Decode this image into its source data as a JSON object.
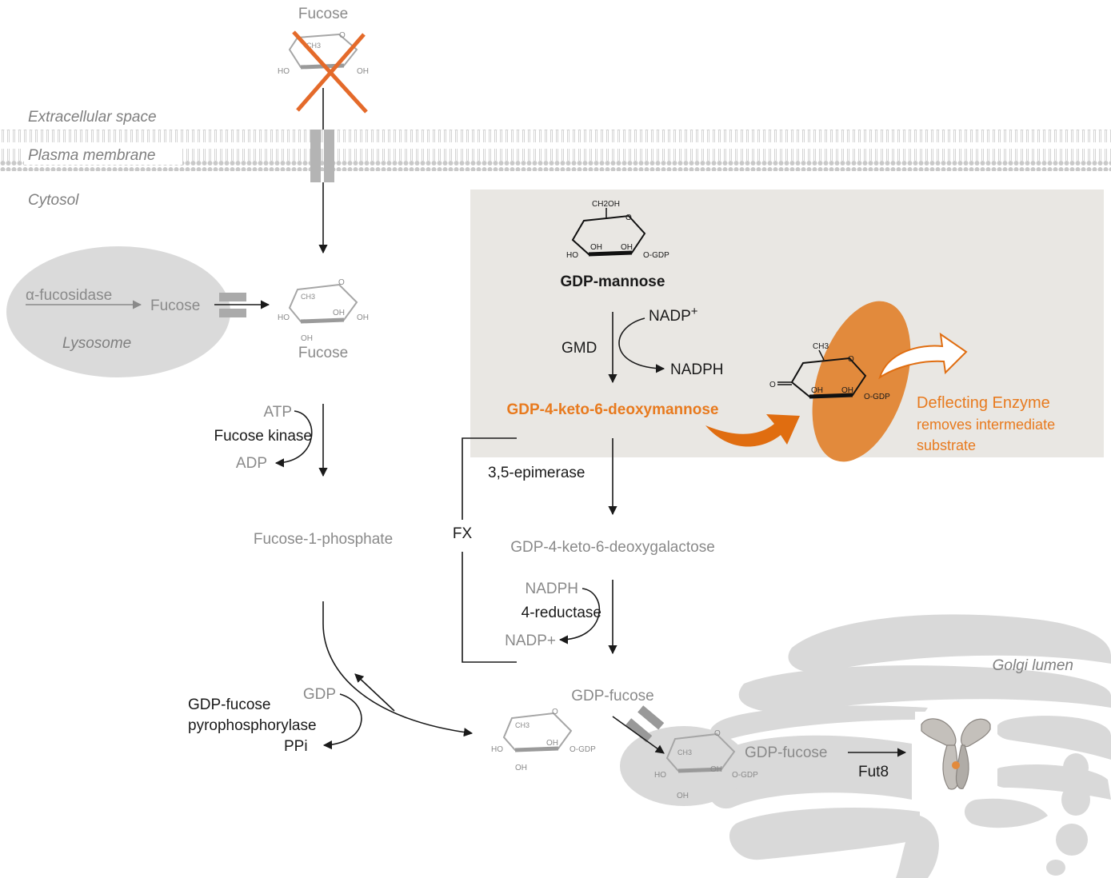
{
  "regions": {
    "extracellular": "Extracellular space",
    "membrane": "Plasma membrane",
    "cytosol": "Cytosol",
    "lysosome": "Lysosome",
    "golgi": "Golgi lumen"
  },
  "salvage": {
    "fucose_top": "Fucose",
    "alpha_fucosidase": "α-fucosidase",
    "fucose_lysosome": "Fucose",
    "fucose_cytosol": "Fucose",
    "atp": "ATP",
    "fucose_kinase": "Fucose kinase",
    "adp": "ADP",
    "fucose_1_phosphate": "Fucose-1-phosphate",
    "gdp": "GDP",
    "pyrophosphorylase_line1": "GDP-fucose",
    "pyrophosphorylase_line2": "pyrophosphorylase",
    "ppi": "PPi"
  },
  "de_novo": {
    "gdp_mannose": "GDP-mannose",
    "gmd": "GMD",
    "nadp_plus_top": "NADP",
    "nadp_plus_sup": "+",
    "nadph_top": "NADPH",
    "keto_deoxymannose": "GDP-4-keto-6-deoxymannose",
    "epimerase": "3,5-epimerase",
    "fx": "FX",
    "keto_deoxygalactose": "GDP-4-keto-6-deoxygalactose",
    "nadph_bottom": "NADPH",
    "reductase": "4-reductase",
    "nadp_plus_bottom": "NADP+"
  },
  "deflecting": {
    "line1": "Deflecting Enzyme",
    "line2": "removes intermediate",
    "line3": "substrate"
  },
  "golgi_side": {
    "gdp_fucose_cytosol": "GDP-fucose",
    "gdp_fucose_golgi": "GDP-fucose",
    "fut8": "Fut8"
  },
  "ring_labels": {
    "ch3": "CH3",
    "oh": "OH",
    "ho": "HO",
    "o": "O",
    "o_gdp": "O-GDP",
    "ch2oh": "CH2OH",
    "keto_o": "O"
  },
  "colors": {
    "accent": "#e87a1e",
    "gray_text": "#8a8a8a",
    "golgi": "#d6d6d6",
    "panel": "#e9e7e3"
  }
}
